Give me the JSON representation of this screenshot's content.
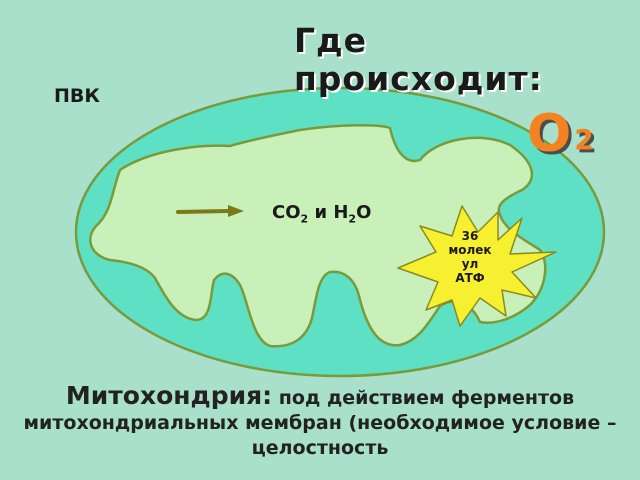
{
  "heading": "Где происходит:",
  "substrate": "ПВК",
  "oxygen": {
    "symbol": "O",
    "subscript": "2",
    "color": "#f58220"
  },
  "products": {
    "co2_main": "CO",
    "co2_sub": "2",
    "conjunction": " и ",
    "h2o_h": "H",
    "h2o_sub": "2",
    "h2o_o": "O"
  },
  "atp_badge": {
    "line1": "36",
    "line2": "молек",
    "line3": "ул",
    "line4": "АТФ"
  },
  "caption": {
    "title": "Митохондрия:",
    "rest": " под действием ферментов митохондриальных мембран (необходимое условие – целостность"
  },
  "colors": {
    "background": "#a8e0cc",
    "outer_membrane": "#5ee0c4",
    "matrix": "#c8f0b8",
    "membrane_edge": "#7a9a3a",
    "arrow": "#7a7a1a",
    "star_fill": "#f7f030"
  }
}
